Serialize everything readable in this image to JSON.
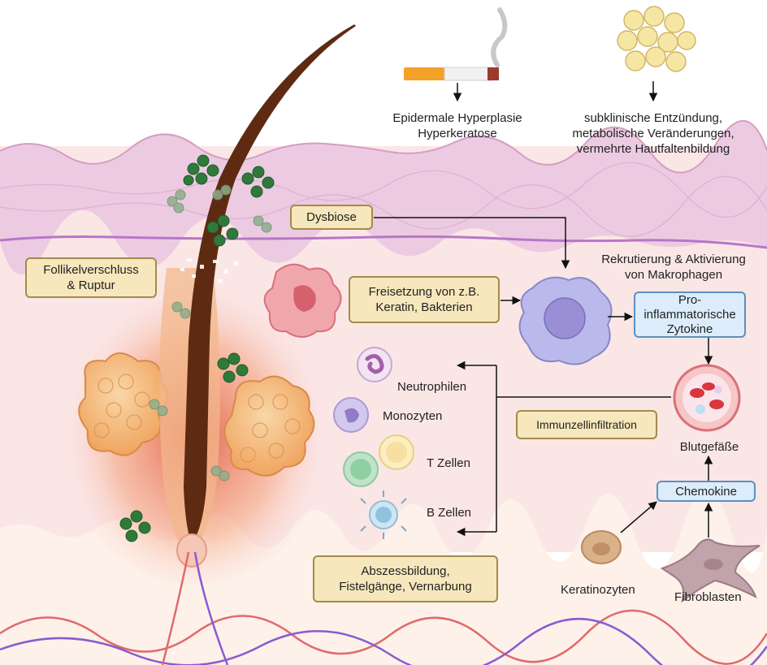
{
  "labels": {
    "smoking_effect_1": "Epidermale Hyperplasie",
    "smoking_effect_2": "Hyperkeratose",
    "obesity_effect_1": "subklinische Entzündung,",
    "obesity_effect_2": "metabolische Veränderungen,",
    "obesity_effect_3": "vermehrte Hautfaltenbildung",
    "macrophage_1": "Rekrutierung & Aktivierung",
    "macrophage_2": "von Makrophagen",
    "neutrophils": "Neutrophilen",
    "monocytes": "Monozyten",
    "t_cells": "T Zellen",
    "b_cells": "B Zellen",
    "blood_vessels": "Blutgefäße",
    "keratinocytes": "Keratinozyten",
    "fibroblasts": "Fibroblasten"
  },
  "boxes": {
    "dysbiosis": "Dysbiose",
    "follicle_1": "Follikelverschluss",
    "follicle_2": "& Ruptur",
    "release_1": "Freisetzung von z.B.",
    "release_2": "Keratin, Bakterien",
    "cytokines_1": "Pro-",
    "cytokines_2": "inflammatorische",
    "cytokines_3": "Zytokine",
    "infiltration": "Immunzellinfiltration",
    "chemokines": "Chemokine",
    "abscess_1": "Abszessbildung,",
    "abscess_2": "Fistelgänge, Vernarbung"
  },
  "colors": {
    "epidermis": "#eccbe2",
    "dermis": "#fbe6e6",
    "subcutis": "#fdf1ea",
    "hair": "#5e2a12",
    "bacteria": "#2f7a3a",
    "box_fill": "#f6e7bc",
    "box_border": "#a48a4c",
    "blue_box_fill": "#dcecfa",
    "blue_box_border": "#5c8fc2"
  }
}
